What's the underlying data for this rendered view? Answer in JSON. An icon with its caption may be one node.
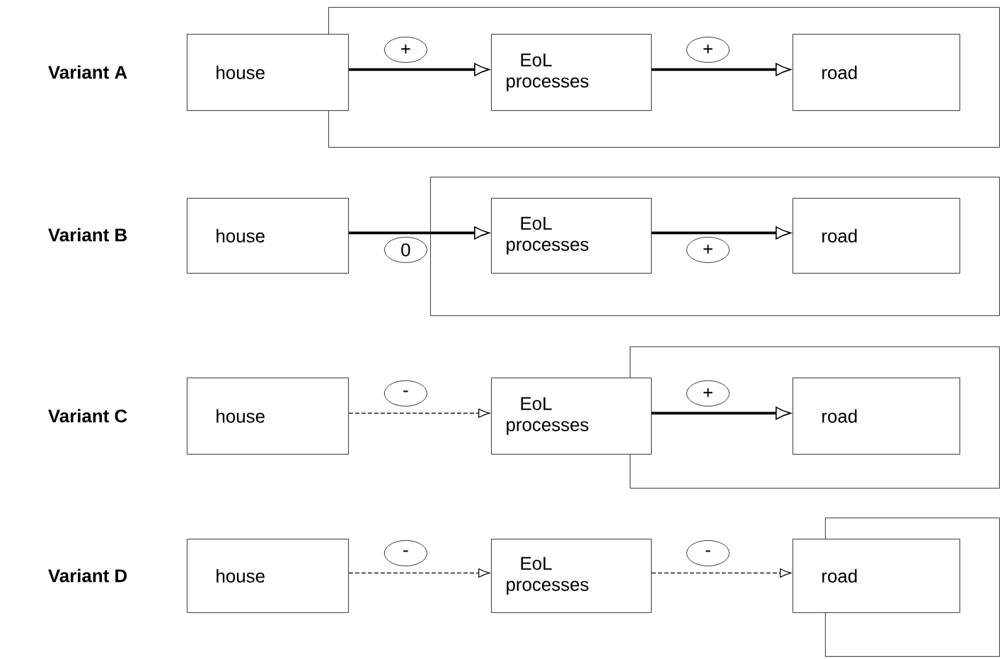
{
  "diagram": {
    "nodes": [
      {
        "text": [
          "house"
        ]
      },
      {
        "text": [],
        "shape": "box"
      },
      {
        "text": [
          "EoL processes"
        ],
        "in": 1
      },
      {
        "text": [
          "road"
        ],
        "in": 1
      },
      {
        "text": [
          "house"
        ]
      },
      {
        "text": [],
        "shape": "box"
      },
      {
        "text": [
          "EoL processes"
        ],
        "in": 5
      },
      {
        "text": [
          "road"
        ],
        "in": 5
      },
      {
        "text": [
          "house"
        ]
      },
      {
        "text": [],
        "shape": "box"
      },
      {
        "text": [
          "EoL processes"
        ]
      },
      {
        "text": [
          "road"
        ],
        "in": 9
      },
      {
        "text": [
          "house"
        ]
      },
      {
        "text": [],
        "shape": "box"
      },
      {
        "text": [
          "EoL processes"
        ]
      },
      {
        "text": [
          "road"
        ]
      }
    ],
    "edges": [
      {
        "from": 0,
        "to": 2,
        "arrow": "to",
        "label": "+"
      },
      {
        "from": 2,
        "to": 3,
        "arrow": "to",
        "label": "+"
      },
      {
        "from": 4,
        "to": 6,
        "arrow": "to",
        "label": "0"
      },
      {
        "from": 6,
        "to": 7,
        "arrow": "to",
        "label": "+"
      },
      {
        "from": 8,
        "to": 10,
        "arrow": "to",
        "label": "-",
        "style": "dashed"
      },
      {
        "from": 10,
        "to": 11,
        "arrow": "to",
        "label": "+"
      },
      {
        "from": 12,
        "to": 14,
        "arrow": "to",
        "label": "-",
        "style": "dashed"
      },
      {
        "from": 14,
        "to": 15,
        "arrow": "to",
        "label": "-",
        "style": "dashed"
      }
    ],
    "labels": [
      "Variant A",
      "Variant B",
      "Variant C",
      "Variant D"
    ]
  }
}
